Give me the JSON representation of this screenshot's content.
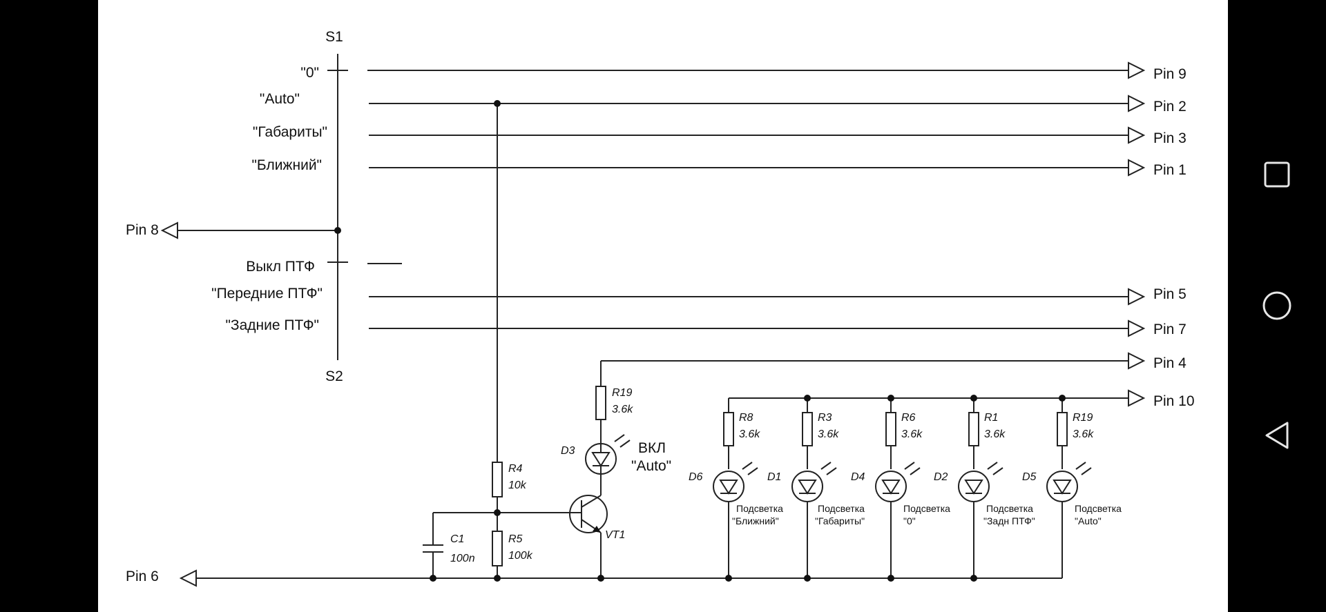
{
  "switches": {
    "s1": "S1",
    "s2": "S2"
  },
  "switch_positions": {
    "zero": "\"0\"",
    "auto": "\"Auto\"",
    "gabarity": "\"Габариты\"",
    "blizhniy": "\"Ближний\"",
    "vykl_ptf": "Выкл ПТФ",
    "perednie_ptf": "\"Передние ПТФ\"",
    "zadnie_ptf": "\"Задние ПТФ\""
  },
  "pins": {
    "pin9": "Pin 9",
    "pin2": "Pin 2",
    "pin3": "Pin 3",
    "pin1": "Pin 1",
    "pin8": "Pin 8",
    "pin5": "Pin 5",
    "pin7": "Pin 7",
    "pin4": "Pin 4",
    "pin10": "Pin 10",
    "pin6": "Pin 6"
  },
  "components": {
    "r19_top": {
      "name": "R19",
      "value": "3.6k"
    },
    "d3": {
      "name": "D3",
      "label_line1": "ВКЛ",
      "label_line2": "\"Auto\""
    },
    "r4": {
      "name": "R4",
      "value": "10k"
    },
    "r5": {
      "name": "R5",
      "value": "100k"
    },
    "c1": {
      "name": "C1",
      "value": "100n"
    },
    "vt1": {
      "name": "VT1"
    },
    "r8": {
      "name": "R8",
      "value": "3.6k"
    },
    "r3": {
      "name": "R3",
      "value": "3.6k"
    },
    "r6": {
      "name": "R6",
      "value": "3.6k"
    },
    "r1": {
      "name": "R1",
      "value": "3.6k"
    },
    "r19_bot": {
      "name": "R19",
      "value": "3.6k"
    },
    "d6": {
      "name": "D6",
      "line1": "Подсветка",
      "line2": "\"Ближний\""
    },
    "d1": {
      "name": "D1",
      "line1": "Подсветка",
      "line2": "\"Габариты\""
    },
    "d4": {
      "name": "D4",
      "line1": "Подсветка",
      "line2": "\"0\""
    },
    "d2": {
      "name": "D2",
      "line1": "Подсветка",
      "line2": "\"Задн ПТФ\""
    },
    "d5": {
      "name": "D5",
      "line1": "Подсветка",
      "line2": "\"Auto\""
    }
  },
  "navbar": {
    "recents": "square-icon",
    "home": "circle-icon",
    "back": "triangle-back-icon"
  }
}
